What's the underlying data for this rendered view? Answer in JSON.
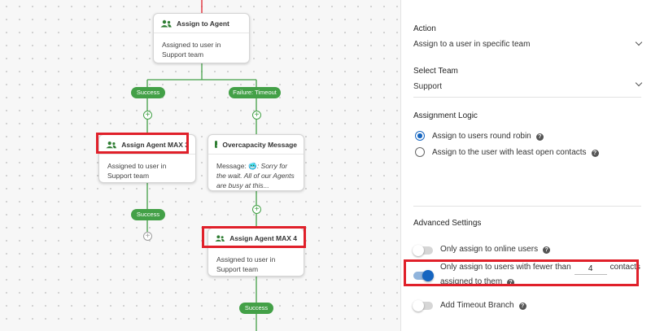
{
  "canvas": {
    "nodes": {
      "assign_agent": {
        "title": "Assign to Agent",
        "body": "Assigned to user in Support team"
      },
      "assign_agent_max3": {
        "title": "Assign Agent MAX 3",
        "body": "Assigned to user in Support team"
      },
      "overcapacity": {
        "title": "Overcapacity Message",
        "body_prefix": "Message: ",
        "body_emoji": "🥶",
        "body_italic": ": Sorry for the wait. All of our Agents are busy at this..."
      },
      "assign_agent_max4": {
        "title": "Assign Agent MAX 4",
        "body": "Assigned to user in Support team"
      }
    },
    "pills": {
      "success_top": "Success",
      "failure_timeout": "Failure: Timeout",
      "success_left": "Success",
      "success_bottom": "Success"
    },
    "plus_symbol": "+"
  },
  "panel": {
    "action": {
      "label": "Action",
      "value": "Assign to a user in specific team"
    },
    "team": {
      "label": "Select Team",
      "value": "Support"
    },
    "logic": {
      "label": "Assignment Logic",
      "options": [
        {
          "label": "Assign to users round robin",
          "selected": true
        },
        {
          "label": "Assign to the user with least open contacts",
          "selected": false
        }
      ]
    },
    "advanced": {
      "label": "Advanced Settings",
      "online_only": {
        "label": "Only assign to online users",
        "on": false
      },
      "fewer_than": {
        "label_before": "Only assign to users with fewer than",
        "value": "4",
        "label_after": "contacts",
        "label_line2": "assigned to them",
        "on": true
      },
      "timeout_branch": {
        "label": "Add Timeout Branch",
        "on": false
      }
    },
    "help_glyph": "?"
  },
  "colors": {
    "accent_green": "#43a047",
    "accent_blue": "#1565c0",
    "highlight_red": "#e0202a"
  }
}
